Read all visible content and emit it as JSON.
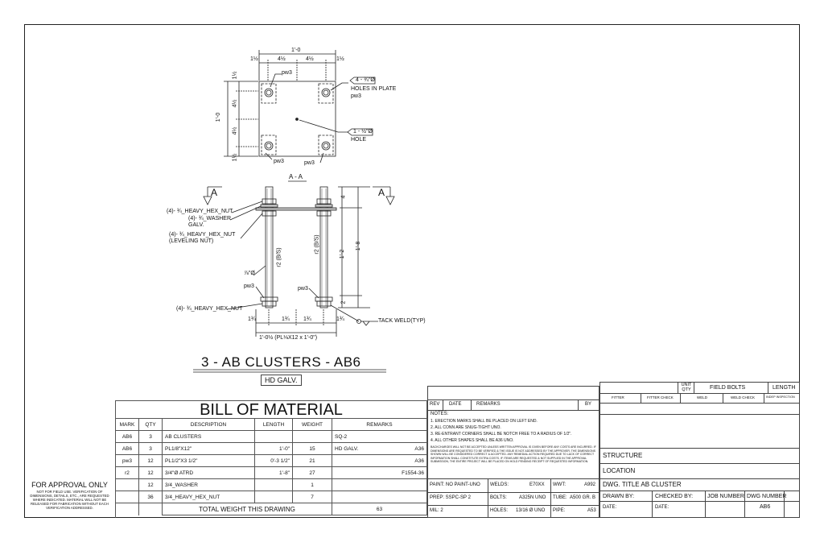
{
  "plan": {
    "dim_top_total": "1'-0",
    "dim_top_segments": [
      "1½",
      "4½",
      "4½",
      "1½"
    ],
    "dim_left_total": "1'-0",
    "dim_left_segments": [
      "1½",
      "4½",
      "4½",
      "1½"
    ],
    "weld_labels": [
      "pw3",
      "pw3",
      "pw3",
      "pw3"
    ],
    "holes_callout_qty": "4 - ¾\"Ø",
    "holes_callout_text": "HOLES IN PLATE",
    "hole_callout_qty": "1 - ½\"Ø",
    "hole_callout_text": "HOLE",
    "section_label": "A - A"
  },
  "elevation": {
    "section_marks": [
      "A",
      "A"
    ],
    "callouts": [
      "(4)- ¾_HEAVY_HEX_NUT",
      "(4)- ¾_WASHER",
      "GALV.",
      "(4)- ¾_HEAVY_HEX_NUT",
      "(LEVELING NUT)",
      "⅞\"Ø",
      "pw3",
      "(4)- ¾_HEAVY_HEX_NUT"
    ],
    "weld_right": "pw3",
    "rod_labels": [
      "r2 (B/S)",
      "r2 (B/S)"
    ],
    "dim_right": [
      "4",
      "1'-2",
      "1'-8",
      "2"
    ],
    "dim_bottom_segments": [
      "1¾",
      "1¾",
      "1¾",
      "1¾"
    ],
    "dim_bottom_total": "1'-0½ (PL⅛X12 x 1'-0\")",
    "tack_weld": "TACK WELD(TYP)"
  },
  "drawing_title": "3 - AB CLUSTERS   - AB6",
  "finish": "HD GALV.",
  "bom": {
    "title": "BILL OF MATERIAL",
    "headers": [
      "MARK",
      "QTY",
      "DESCRIPTION",
      "LENGTH",
      "WEIGHT",
      "REMARKS"
    ],
    "rows": [
      {
        "mark": "AB6",
        "qty": "3",
        "desc": "AB CLUSTERS",
        "length": "",
        "weight": "",
        "remarks": "SQ-2",
        "grade": ""
      },
      {
        "mark": "AB6",
        "qty": "3",
        "desc": "PL1/8\"X12\"",
        "length": "1'-0\"",
        "weight": "15",
        "remarks": "HD GALV.",
        "grade": "A36"
      },
      {
        "mark": "pw3",
        "qty": "12",
        "desc": "PL1/2\"X3 1/2\"",
        "length": "0'-3 1/2\"",
        "weight": "21",
        "remarks": "",
        "grade": "A36"
      },
      {
        "mark": "r2",
        "qty": "12",
        "desc": "3/4\"Ø ATRD",
        "length": "1'-8\"",
        "weight": "27",
        "remarks": "",
        "grade": "F1554-36"
      },
      {
        "mark": "",
        "qty": "12",
        "desc": "3/4_WASHER",
        "length": "",
        "weight": "1",
        "remarks": "",
        "grade": ""
      },
      {
        "mark": "",
        "qty": "36",
        "desc": "3/4_HEAVY_HEX_NUT",
        "length": "",
        "weight": "7",
        "remarks": "",
        "grade": ""
      }
    ],
    "total_label": "TOTAL WEIGHT THIS DRAWING",
    "total_value": "63"
  },
  "approval": {
    "title": "FOR APPROVAL ONLY",
    "text": "NOT FOR FIELD USE.  VERIFICATION OF DIMENSIONS, DETAILS, ETC., ARE REQUESTED WHERE INDICATED. MATERIAL WILL NOT BE RELEASED FOR FABRICATION WITHOUT EACH VERIFICATION ADDRESSED."
  },
  "revisions": {
    "headers": [
      "REV",
      "DATE",
      "REMARKS",
      "BY"
    ]
  },
  "notes": {
    "title": "NOTES:",
    "items": [
      "1.  ERECTION MARKS SHALL BE PLACED ON LEFT END.",
      "2.  ALL CONN ARE SNUG-TIGHT UNO.",
      "3.  RE-ENTRANT CORNERS SHALL BE NOTCH FREE TO A RADIUS OF 1/2\".",
      "4.  ALL OTHER SHAPES SHALL BE A36 UNO."
    ],
    "backcharges": "BACKCHARGES WILL NOT BE ACCEPTED UNLESS WRITTEN APPROVAL IS GIVEN BEFORE ANY COSTS ARE INCURRED.  IF DIMENSIONS ARE REQUESTED TO BE VERIFIED & THE ISSUE IS NOT ADDRESSED BY THE APPROVER, THE DIMENSIONS SHOWN WILL BE CONSIDERED CORRECT & ACCEPTED.  ANY REMEDIAL ACTION REQUIRED DUE TO LACK OF CORRECT INFORMATION SHALL CONSTITUTE EXTRA COSTS.  IF ITEMS ARE REQUESTED & NOT SUPPLIED IN THE APPROVAL SUBMISSION, THE ENTIRE PROJECT WILL BE PLACED ON HOLD PENDING RECEIPT OF REQUESTED INFORMATION."
  },
  "specs": {
    "paint": "PAINT: NO PAINT-UNO",
    "welds_label": "WELDS:",
    "welds_value": "E70XX",
    "wwt_label": "WWT:",
    "wwt_value": "A992",
    "prep": "PREP:  SSPC-SP 2",
    "bolts_label": "BOLTS:",
    "bolts_value": "A325N UNO",
    "tube_label": "TUBE:",
    "tube_value": "A500 GR. B",
    "mil": "MIL:   2",
    "holes_label": "HOLES:",
    "holes_value": "13/16 Ø UNO",
    "pipe_label": "PIPE:",
    "pipe_value": "A53"
  },
  "field": {
    "unit_qty": "UNIT QTY",
    "field_bolts": "FIELD BOLTS",
    "length": "LENGTH",
    "cols": [
      "FITTER",
      "FITTER CHECK",
      "WELD",
      "WELD CHECK",
      "INDEP INSPECTION"
    ]
  },
  "title_block": {
    "structure": "STRUCTURE",
    "location": "LOCATION",
    "dwg_title": "DWG. TITLE AB CLUSTER",
    "drawn_by": "DRAWN BY:",
    "checked_by": "CHECKED BY:",
    "job_number": "JOB NUMBER",
    "dwg_number": "DWG NUMBER",
    "date1": "DATE:",
    "date2": "DATE:",
    "dwg_number_value": "AB6"
  }
}
